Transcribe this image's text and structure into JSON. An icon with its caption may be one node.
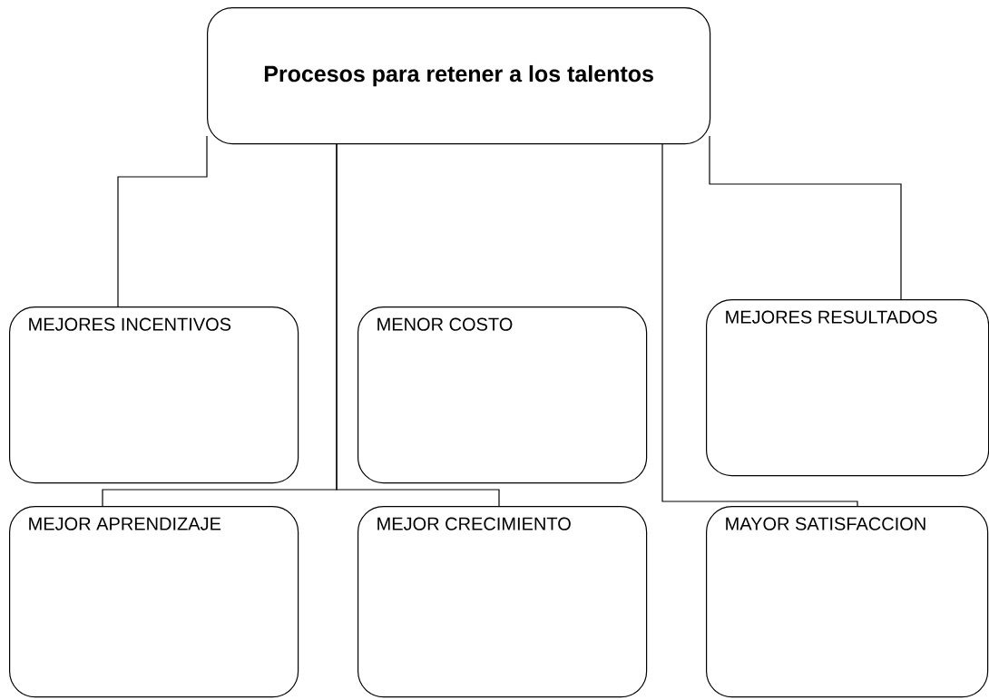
{
  "diagram": {
    "nodes": [
      {
        "text": [
          "Procesos para retener a los talentos"
        ]
      },
      {
        "text": [
          "MEJORES INCENTIVOS"
        ]
      },
      {
        "text": [
          "MENOR COSTO"
        ]
      },
      {
        "text": [
          "MEJORES RESULTADOS"
        ]
      },
      {
        "text": [
          "MEJOR APRENDIZAJE"
        ]
      },
      {
        "text": [
          "MEJOR CRECIMIENTO"
        ]
      },
      {
        "text": [
          "MAYOR SATISFACCION"
        ]
      }
    ],
    "edges": [
      {
        "from": 0,
        "to": 1,
        "arrow": "none"
      },
      {
        "from": 0,
        "to": 4,
        "arrow": "none"
      },
      {
        "from": 0,
        "to": 5,
        "arrow": "none"
      },
      {
        "from": 0,
        "to": 6,
        "arrow": "none"
      },
      {
        "from": 0,
        "to": 3,
        "arrow": "none"
      }
    ]
  }
}
